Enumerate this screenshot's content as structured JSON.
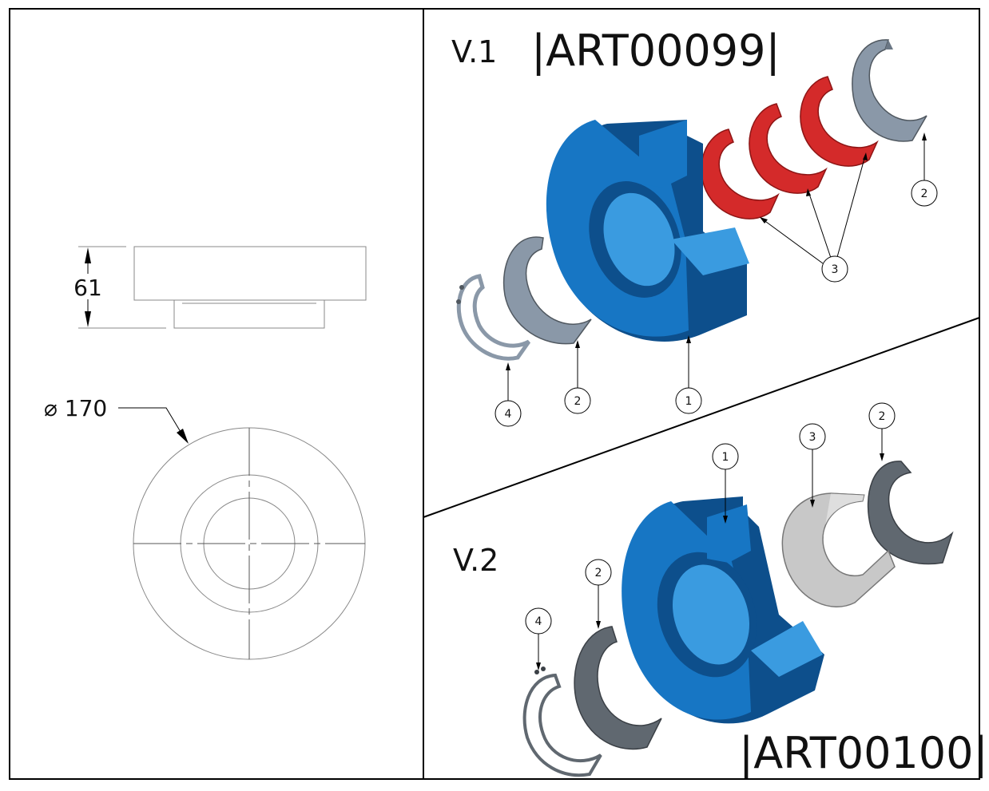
{
  "drawing": {
    "dimensions": {
      "height": "61",
      "diameter": "⌀ 170"
    },
    "variant1": {
      "label": "V.1",
      "article": "|ART00099|",
      "callouts": {
        "c2_top": "2",
        "c3": "3",
        "c4": "4",
        "c2_bottom": "2",
        "c1": "1"
      }
    },
    "variant2": {
      "label": "V.2",
      "article": "|ART00100|",
      "callouts": {
        "c1": "1",
        "c3": "3",
        "c2_right": "2",
        "c2_left": "2",
        "c4": "4"
      }
    },
    "colors": {
      "body_blue": "#1776c4",
      "body_blue_dark": "#0d4f8c",
      "body_blue_light": "#3a9be0",
      "ring_red": "#d42a2a",
      "ring_red_dark": "#8e1515",
      "ring_gray": "#8a98a8",
      "ring_gray_dark": "#505860",
      "bushing_gray": "#c8c8c8"
    }
  }
}
